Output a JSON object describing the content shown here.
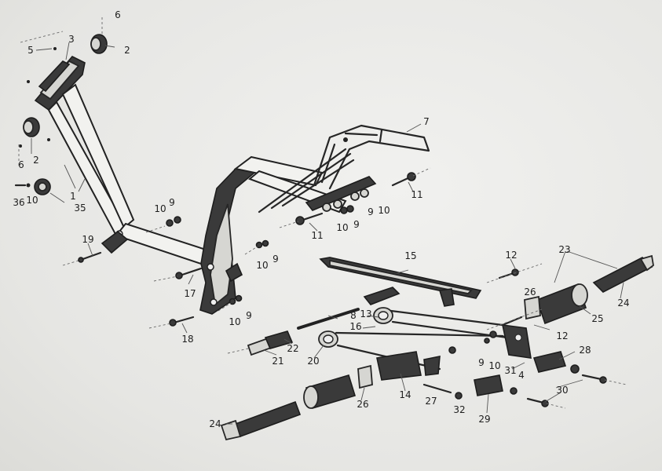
{
  "callouts": [
    {
      "id": "c1",
      "text": "1"
    },
    {
      "id": "c2a",
      "text": "2"
    },
    {
      "id": "c2b",
      "text": "2"
    },
    {
      "id": "c3",
      "text": "3"
    },
    {
      "id": "c4",
      "text": "4"
    },
    {
      "id": "c5",
      "text": "5"
    },
    {
      "id": "c6a",
      "text": "6"
    },
    {
      "id": "c6b",
      "text": "6"
    },
    {
      "id": "c7",
      "text": "7"
    },
    {
      "id": "c8",
      "text": "8"
    },
    {
      "id": "c9a",
      "text": "9"
    },
    {
      "id": "c9b",
      "text": "9"
    },
    {
      "id": "c9c",
      "text": "9"
    },
    {
      "id": "c9d",
      "text": "9"
    },
    {
      "id": "c9e",
      "text": "9"
    },
    {
      "id": "c9f",
      "text": "9"
    },
    {
      "id": "c10a",
      "text": "10"
    },
    {
      "id": "c10b",
      "text": "10"
    },
    {
      "id": "c10c",
      "text": "10"
    },
    {
      "id": "c10d",
      "text": "10"
    },
    {
      "id": "c10e",
      "text": "10"
    },
    {
      "id": "c10f",
      "text": "10"
    },
    {
      "id": "c10g",
      "text": "10"
    },
    {
      "id": "c11a",
      "text": "11"
    },
    {
      "id": "c11b",
      "text": "11"
    },
    {
      "id": "c12a",
      "text": "12"
    },
    {
      "id": "c12b",
      "text": "12"
    },
    {
      "id": "c13",
      "text": "13"
    },
    {
      "id": "c14",
      "text": "14"
    },
    {
      "id": "c15",
      "text": "15"
    },
    {
      "id": "c16",
      "text": "16"
    },
    {
      "id": "c17",
      "text": "17"
    },
    {
      "id": "c18",
      "text": "18"
    },
    {
      "id": "c19",
      "text": "19"
    },
    {
      "id": "c20",
      "text": "20"
    },
    {
      "id": "c21",
      "text": "21"
    },
    {
      "id": "c22",
      "text": "22"
    },
    {
      "id": "c23",
      "text": "23"
    },
    {
      "id": "c24a",
      "text": "24"
    },
    {
      "id": "c24b",
      "text": "24"
    },
    {
      "id": "c25",
      "text": "25"
    },
    {
      "id": "c26a",
      "text": "26"
    },
    {
      "id": "c26b",
      "text": "26"
    },
    {
      "id": "c27",
      "text": "27"
    },
    {
      "id": "c28",
      "text": "28"
    },
    {
      "id": "c29",
      "text": "29"
    },
    {
      "id": "c30",
      "text": "30"
    },
    {
      "id": "c31",
      "text": "31"
    },
    {
      "id": "c32",
      "text": "32"
    },
    {
      "id": "c35",
      "text": "35"
    },
    {
      "id": "c36",
      "text": "36"
    }
  ]
}
